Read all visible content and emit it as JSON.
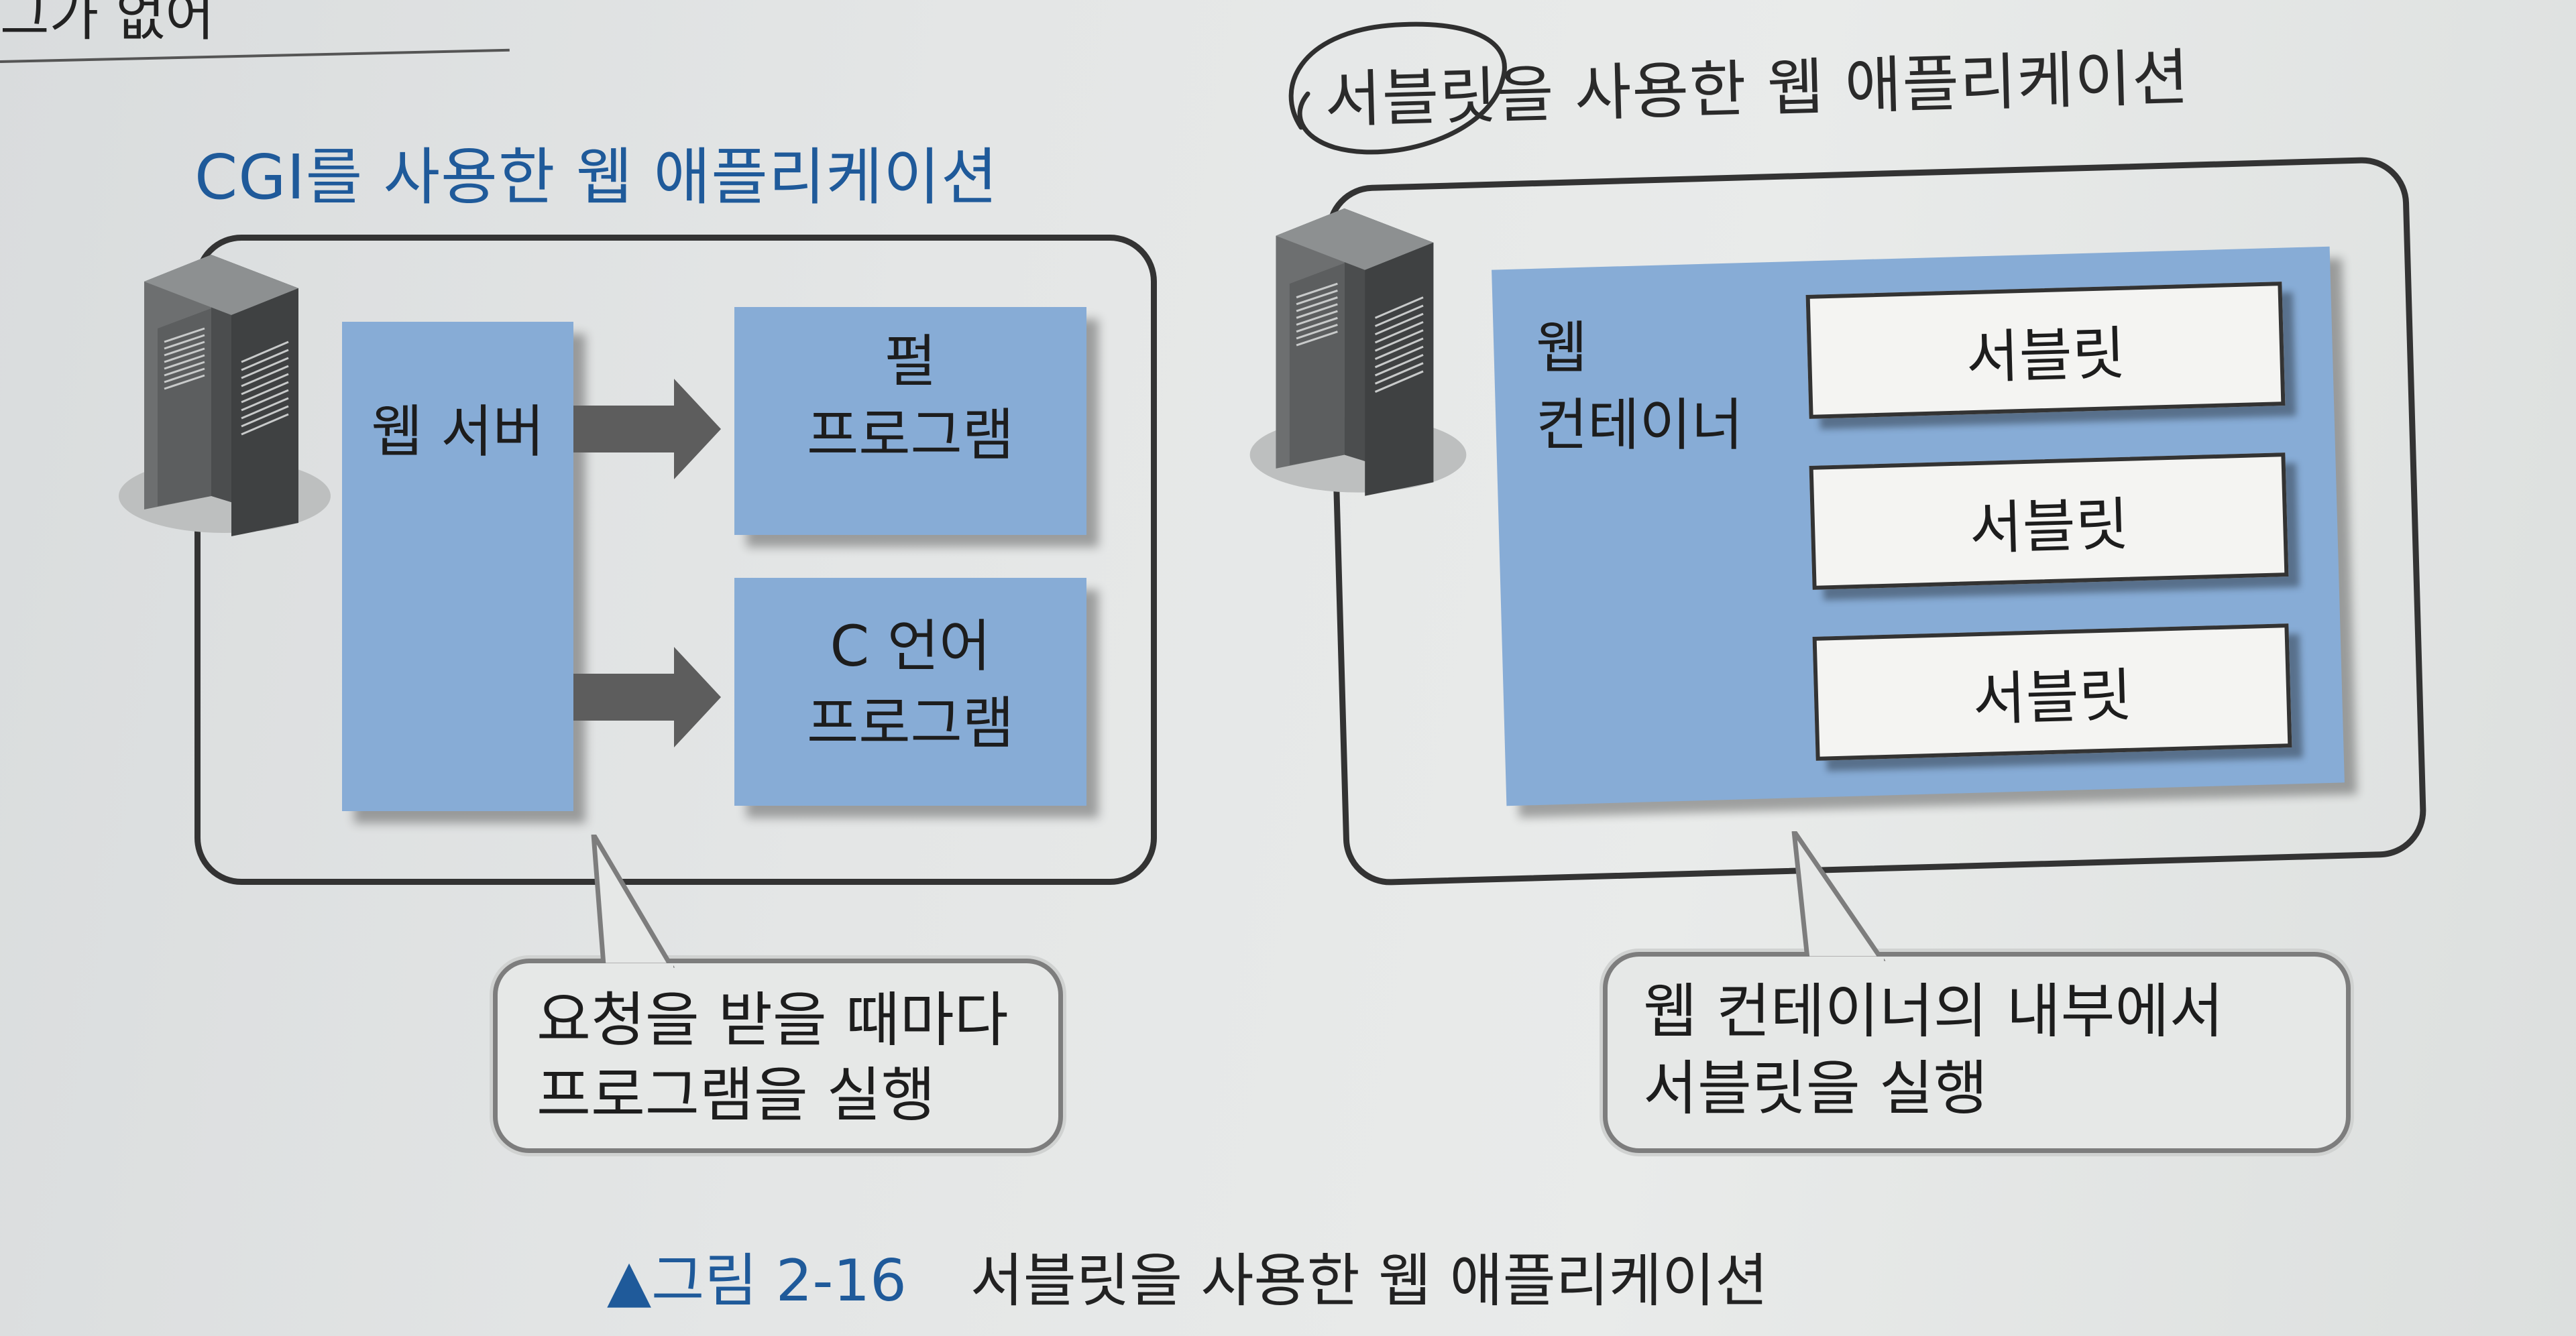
{
  "top_fragment": "그가 없어",
  "left_panel": {
    "heading": "CGI를 사용한 웹 애플리케이션",
    "web_server_label": "웹 서버",
    "perl_program_line1": "펄",
    "perl_program_line2": "프로그램",
    "c_program_line1": "C 언어",
    "c_program_line2": "프로그램",
    "callout_line1": "요청을 받을 때마다",
    "callout_line2": "프로그램을 실행"
  },
  "right_panel": {
    "heading": "서블릿을 사용한 웹 애플리케이션",
    "container_label_line1": "웹",
    "container_label_line2": "컨테이너",
    "servlets": [
      "서블릿",
      "서블릿",
      "서블릿"
    ],
    "callout_line1": "웹 컨테이너의 내부에서",
    "callout_line2": "서블릿을 실행"
  },
  "caption": {
    "marker": "▲그림 2-16",
    "text": "서블릿을 사용한 웹 애플리케이션"
  },
  "colors": {
    "blue_box": "#87acd6",
    "heading_blue": "#1f5a9a",
    "frame_line": "#333333"
  }
}
